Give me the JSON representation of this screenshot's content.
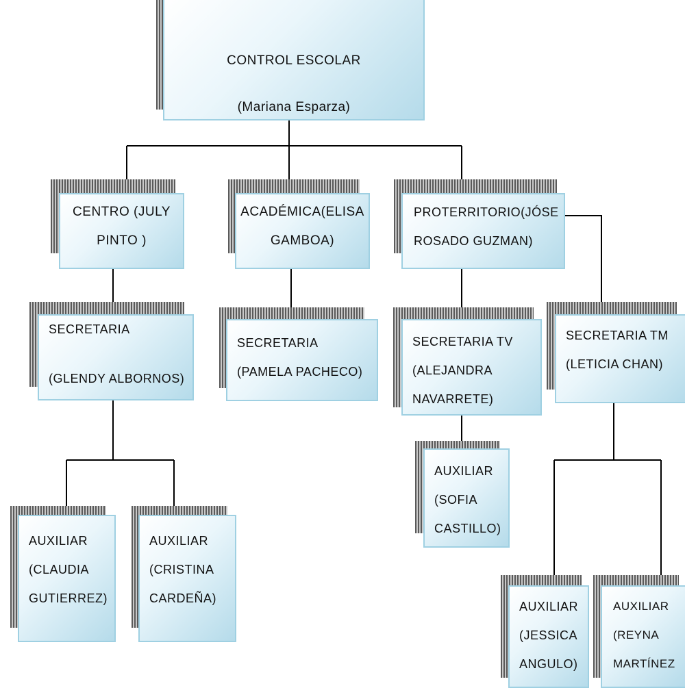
{
  "chart": {
    "root": {
      "title": "CONTROL ESCOLAR",
      "person": "(Mariana Esparza)"
    },
    "centro": {
      "text": "CENTRO (JULY\nPINTO )"
    },
    "academica": {
      "text": "ACADÉMICA(ELISA\nGAMBOA)"
    },
    "proterritorio": {
      "text": "PROTERRITORIO(JÓSE\nROSADO GUZMAN)"
    },
    "secretaria_centro": {
      "text": "SECRETARIA\n\n(GLENDY ALBORNOS)"
    },
    "secretaria_academica": {
      "text": "SECRETARIA\n(PAMELA PACHECO)"
    },
    "secretaria_tv": {
      "text": "SECRETARIA TV\n(ALEJANDRA\nNAVARRETE)"
    },
    "secretaria_tm": {
      "text": "SECRETARIA TM\n(LETICIA CHAN)"
    },
    "auxiliar_claudia": {
      "text": "AUXILIAR\n(CLAUDIA\nGUTIERREZ)"
    },
    "auxiliar_cristina": {
      "text": "AUXILIAR\n(CRISTINA\nCARDEÑA)"
    },
    "auxiliar_sofia": {
      "text": "AUXILIAR\n(SOFIA\nCASTILLO)"
    },
    "auxiliar_jessica": {
      "text": "AUXILIAR\n(JESSICA\nANGULO)"
    },
    "auxiliar_reyna": {
      "text": "AUXILIAR\n(REYNA\nMARTÍNEZ"
    }
  },
  "colors": {
    "box_border": "#9fd0e2",
    "box_fill_light": "#ffffff",
    "box_fill_dark": "#b5dbea",
    "connector": "#000000"
  }
}
